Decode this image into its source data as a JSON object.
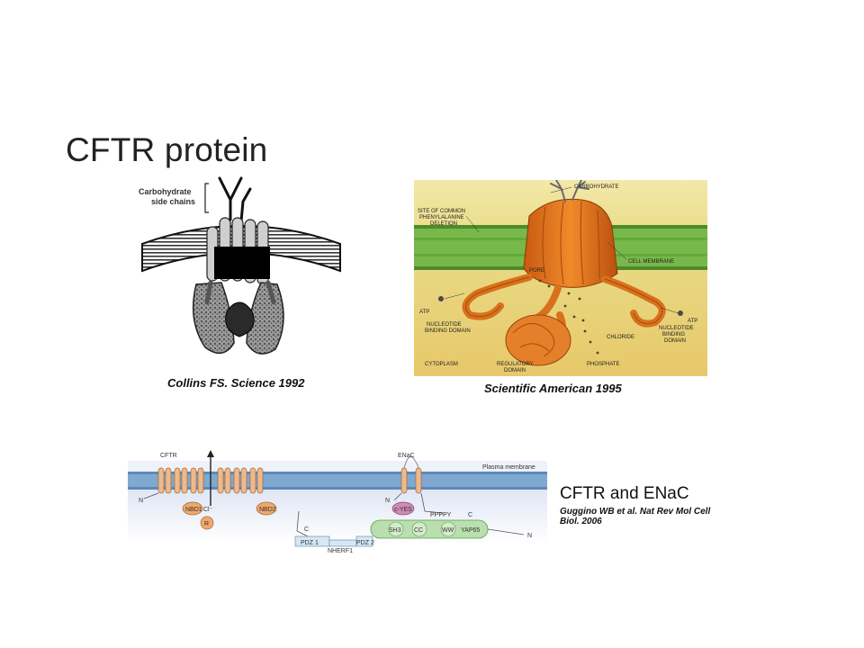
{
  "slide": {
    "title": "CFTR protein"
  },
  "collins": {
    "label": "Carbohydrate side chains",
    "label_line1": "Carbohydrate",
    "label_line2": "side chains",
    "caption": "Collins FS. Science 1992"
  },
  "sciam": {
    "caption": "Scientific American 1995",
    "labels": {
      "carbohydrate": "CARBOHYDRATE",
      "site1": "SITE OF COMMON",
      "site2": "PHENYLALANINE",
      "site3": "DELETION",
      "cell_membrane": "CELL MEMBRANE",
      "pore": "PORE",
      "atp_left": "ATP",
      "atp_right": "ATP",
      "nbd_left1": "NUCLEOTIDE",
      "nbd_left2": "BINDING DOMAIN",
      "nbd_right1": "NUCLEOTIDE",
      "nbd_right2": "BINDING",
      "nbd_right3": "DOMAIN",
      "chloride": "CHLORIDE",
      "cytoplasm": "CYTOPLASM",
      "reg1": "REGULATORY",
      "reg2": "DOMAIN",
      "phosphate": "PHOSPHATE"
    }
  },
  "guggino": {
    "title": "CFTR and ENaC",
    "caption_line1": "Guggino WB et al. Nat Rev Mol Cell",
    "caption_line2": "Biol. 2006",
    "labels": {
      "cftr": "CFTR",
      "enac": "ENaC",
      "plasma_membrane": "Plasma membrane",
      "n1": "N",
      "nbd1": "NBD1",
      "cl": "Cl⁻",
      "r": "R",
      "nbd2": "NBD2",
      "c1": "C",
      "pdz1": "PDZ 1",
      "pdz2": "PDZ 2",
      "nherf": "NHERF1",
      "n2": "N",
      "cyes": "c-YES",
      "ppppy": "PPPPY",
      "c2": "C",
      "sh3": "SH3",
      "cc": "CC",
      "ww": "WW",
      "yap": "YAP65",
      "n3": "N"
    }
  }
}
